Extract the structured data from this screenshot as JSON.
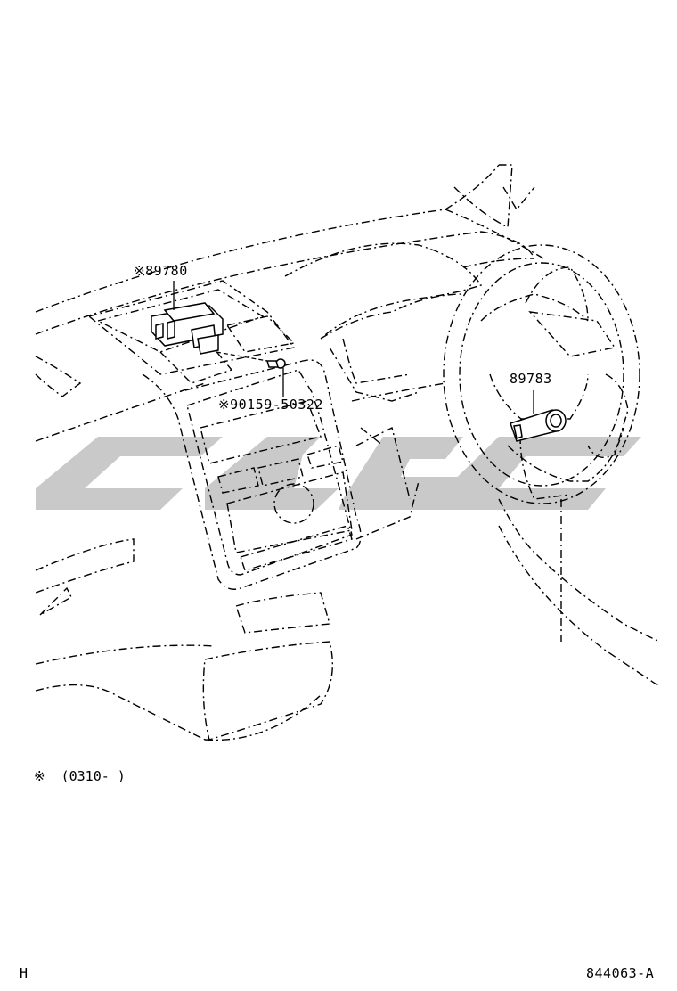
{
  "callouts": {
    "part_89780": "※89780",
    "part_90159": "※90159-50322",
    "part_89783": "89783"
  },
  "footnote": {
    "mark": "※",
    "range": "(0310-      )"
  },
  "footer": {
    "left_code": "H",
    "figure_number": "844063-A"
  },
  "watermark": {
    "color": "#c7c7c7"
  }
}
